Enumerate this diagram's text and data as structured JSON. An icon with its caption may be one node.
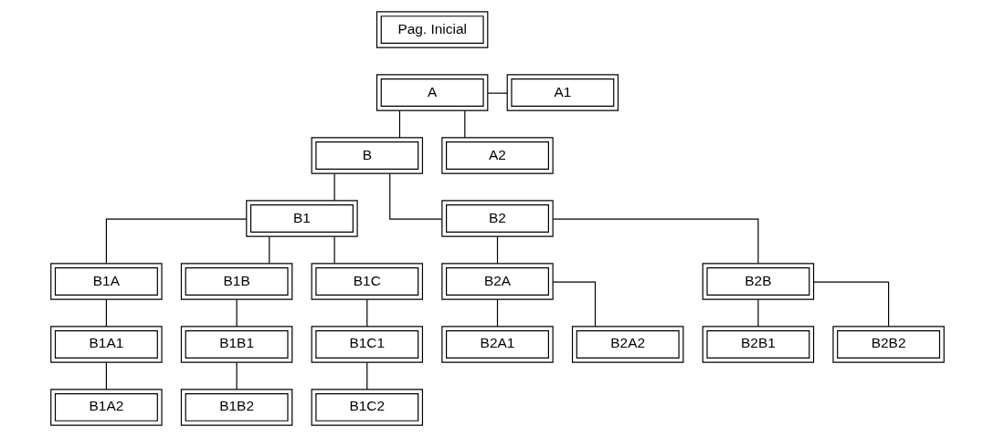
{
  "diagram": {
    "nodes": [
      {
        "text": [
          "Pag. Inicial"
        ]
      },
      {
        "text": [
          "A"
        ]
      },
      {
        "text": [
          "A1"
        ]
      },
      {
        "text": [
          "B"
        ]
      },
      {
        "text": [
          "A2"
        ]
      },
      {
        "text": [
          "B1"
        ]
      },
      {
        "text": [
          "B2"
        ]
      },
      {
        "text": [
          "B1A"
        ]
      },
      {
        "text": [
          "B1B"
        ]
      },
      {
        "text": [
          "B1C"
        ]
      },
      {
        "text": [
          "B2A"
        ]
      },
      {
        "text": [
          "B2B"
        ]
      },
      {
        "text": [
          "B1A1"
        ]
      },
      {
        "text": [
          "B1B1"
        ]
      },
      {
        "text": [
          "B1C1"
        ]
      },
      {
        "text": [
          "B2A1"
        ]
      },
      {
        "text": [
          "B2A2"
        ]
      },
      {
        "text": [
          "B2B1"
        ]
      },
      {
        "text": [
          "B2B2"
        ]
      },
      {
        "text": [
          "B1A2"
        ]
      },
      {
        "text": [
          "B1B2"
        ]
      },
      {
        "text": [
          "B1C2"
        ]
      }
    ],
    "edges": [
      {
        "from": 1,
        "to": 2,
        "arrow": "none"
      },
      {
        "from": 1,
        "to": 4,
        "arrow": "none"
      },
      {
        "from": 1,
        "to": 3,
        "arrow": "none"
      },
      {
        "from": 3,
        "to": 5,
        "arrow": "none"
      },
      {
        "from": 3,
        "to": 6,
        "arrow": "none"
      },
      {
        "from": 5,
        "to": 7,
        "arrow": "none"
      },
      {
        "from": 5,
        "to": 8,
        "arrow": "none"
      },
      {
        "from": 5,
        "to": 9,
        "arrow": "none"
      },
      {
        "from": 7,
        "to": 12,
        "arrow": "none"
      },
      {
        "from": 8,
        "to": 13,
        "arrow": "none"
      },
      {
        "from": 9,
        "to": 14,
        "arrow": "none"
      },
      {
        "from": 12,
        "to": 19,
        "arrow": "none"
      },
      {
        "from": 13,
        "to": 20,
        "arrow": "none"
      },
      {
        "from": 14,
        "to": 21,
        "arrow": "none"
      },
      {
        "from": 6,
        "to": 10,
        "arrow": "none"
      },
      {
        "from": 6,
        "to": 11,
        "arrow": "none"
      },
      {
        "from": 10,
        "to": 15,
        "arrow": "none"
      },
      {
        "from": 10,
        "to": 16,
        "arrow": "none"
      },
      {
        "from": 11,
        "to": 17,
        "arrow": "none"
      },
      {
        "from": 11,
        "to": 18,
        "arrow": "none"
      }
    ]
  }
}
